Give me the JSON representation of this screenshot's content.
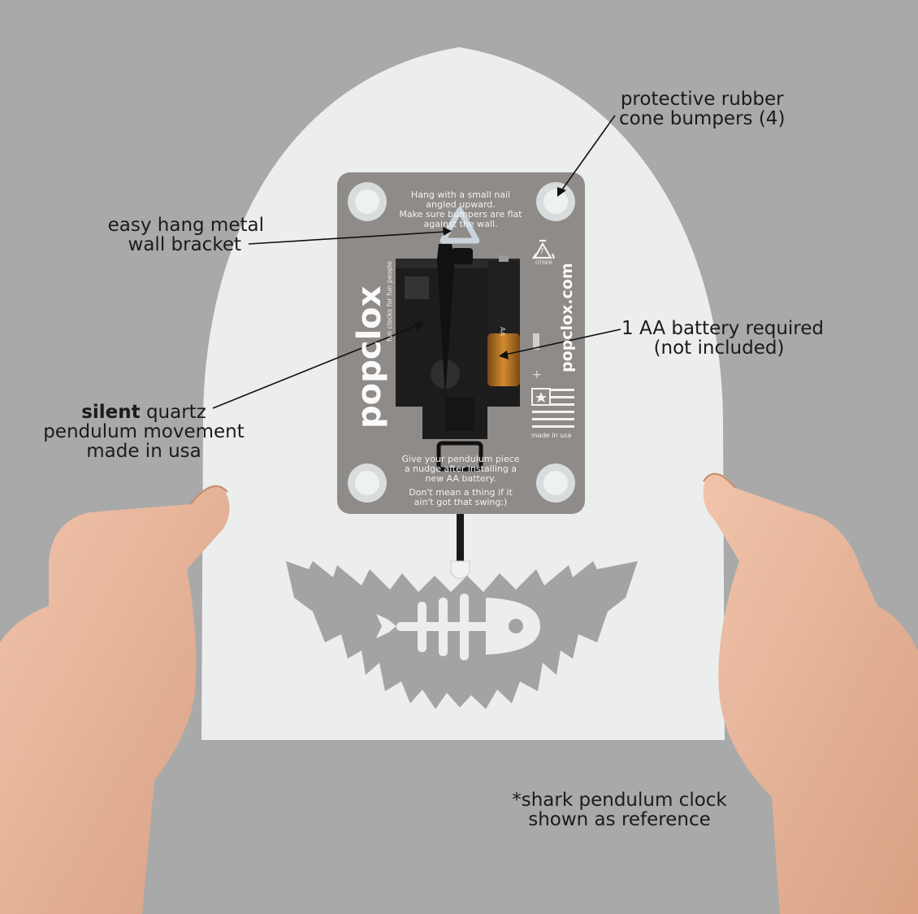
{
  "callouts": {
    "bumpers": [
      "protective rubber",
      "cone bumpers (4)"
    ],
    "bracket": [
      "easy hang metal",
      "wall bracket"
    ],
    "battery": [
      "1 AA battery required",
      "(not included)"
    ],
    "movement_bold": "silent",
    "movement_rest": " quartz",
    "movement_lines": [
      "pendulum movement",
      "made in usa"
    ],
    "reference": [
      "*shark pendulum clock",
      "shown as reference"
    ]
  },
  "panel": {
    "top_text": [
      "Hang with a small nail",
      "angled upward.",
      "Make sure bumpers are flat",
      "against the wall."
    ],
    "bottom_text": [
      "Give your pendulum piece",
      "a nudge after installing a",
      "new AA battery."
    ],
    "bottom_text2": [
      "Don't mean a thing if it",
      "ain't got that swing;)"
    ],
    "brand": "popclox",
    "tagline": "fun clocks for fun people",
    "website": "popclox.com",
    "recycle_code": "7",
    "recycle_label": "OTHER",
    "made_in": "made in usa",
    "battery_label": "AA"
  },
  "colors": {
    "background": "#a9a9a9",
    "clock_face": "#eceeed",
    "panel": "#8f8b88",
    "movement": "#1c1c1c",
    "cutout": "#a3a3a3",
    "skin": "#e7b79e"
  }
}
